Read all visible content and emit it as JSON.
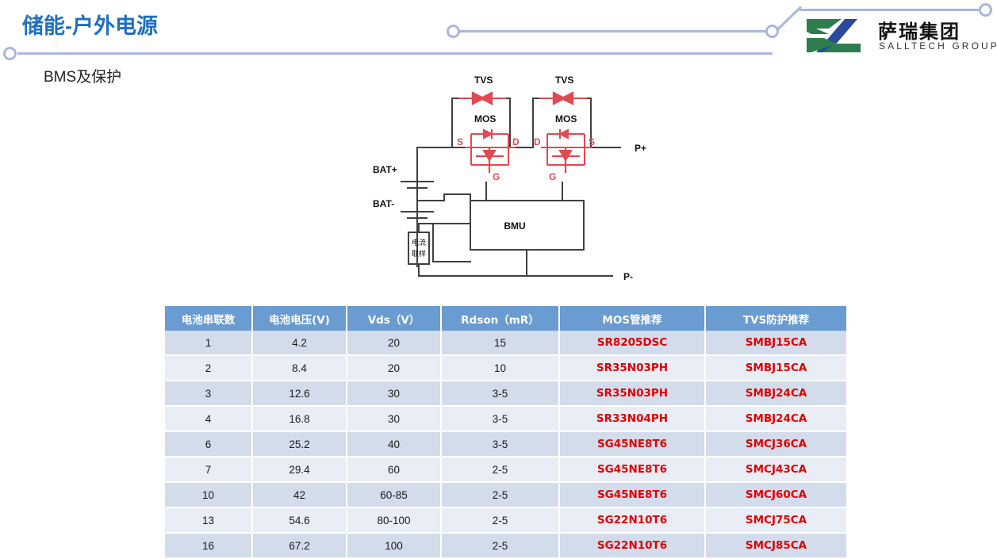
{
  "header": {
    "title": "储能-户外电源",
    "subtitle": "BMS及保护",
    "title_color": "#1F6FC0",
    "deco_color": "#A8B7DC"
  },
  "logo": {
    "cn_name": "萨瑞集团",
    "en_name": "SALLTECH GROUP",
    "green": "#2E7D4F",
    "blue": "#2A4A9C"
  },
  "circuit": {
    "labels": {
      "tvs_left": "TVS",
      "tvs_right": "TVS",
      "mos_left": "MOS",
      "mos_right": "MOS",
      "left_s": "S",
      "left_d": "D",
      "left_g": "G",
      "right_d": "D",
      "right_s": "S",
      "right_g": "G",
      "bat_plus": "BAT+",
      "bat_minus": "BAT-",
      "p_plus": "P+",
      "p_minus": "P-",
      "bmu": "BMU",
      "shunt_line1": "电流",
      "shunt_line2": "取样"
    },
    "wire_color": "#404040",
    "device_color": "#E04A50"
  },
  "table": {
    "headers": [
      "电池串联数",
      "电池电压(V)",
      "Vds（V）",
      "Rdson（mR）",
      "MOS管推荐",
      "TVS防护推荐"
    ],
    "rows": [
      [
        "1",
        "4.2",
        "20",
        "15",
        "SR8205DSC",
        "SMBJ15CA"
      ],
      [
        "2",
        "8.4",
        "20",
        "10",
        "SR35N03PH",
        "SMBJ15CA"
      ],
      [
        "3",
        "12.6",
        "30",
        "3-5",
        "SR35N03PH",
        "SMBJ24CA"
      ],
      [
        "4",
        "16.8",
        "30",
        "3-5",
        "SR33N04PH",
        "SMBJ24CA"
      ],
      [
        "6",
        "25.2",
        "40",
        "3-5",
        "SG45NE8T6",
        "SMCJ36CA"
      ],
      [
        "7",
        "29.4",
        "60",
        "2-5",
        "SG45NE8T6",
        "SMCJ43CA"
      ],
      [
        "10",
        "42",
        "60-85",
        "2-5",
        "SG45NE8T6",
        "SMCJ60CA"
      ],
      [
        "13",
        "54.6",
        "80-100",
        "2-5",
        "SG22N10T6",
        "SMCJ75CA"
      ],
      [
        "16",
        "67.2",
        "100",
        "2-5",
        "SG22N10T6",
        "SMCJ85CA"
      ]
    ],
    "header_bg": "#6A9BD1",
    "row_bg_odd": "#D3DCEB",
    "row_bg_even": "#E9EDF5",
    "part_color": "#E00000"
  }
}
